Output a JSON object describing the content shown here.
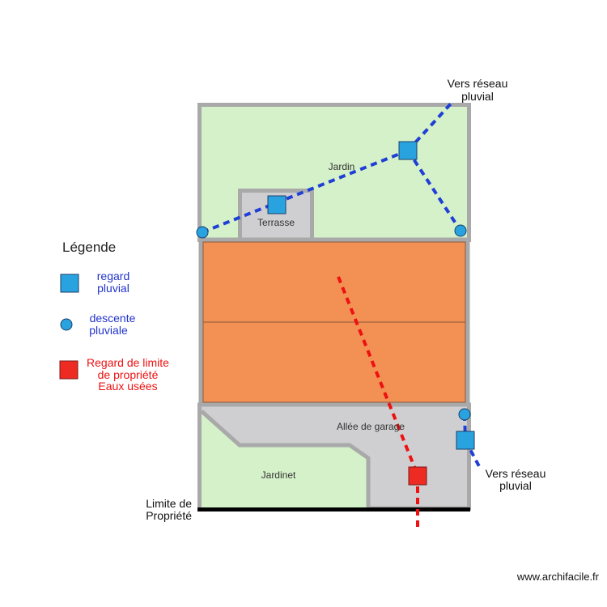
{
  "plan": {
    "rooms": {
      "jardin": "Jardin",
      "terrasse": "Terrasse",
      "allee": "Allée de garage",
      "jardinet": "Jardinet"
    },
    "annotations": {
      "top_outlet_line1": "Vers réseau",
      "top_outlet_line2": "pluvial",
      "right_outlet_line1": "Vers réseau",
      "right_outlet_line2": "pluvial",
      "boundary_line1": "Limite de",
      "boundary_line2": "Propriété"
    },
    "watermark": "www.archifacile.fr"
  },
  "legend": {
    "title": "Légende",
    "items": [
      {
        "symbol": "square",
        "color": "#29a3e0",
        "lines": [
          "regard",
          "pluvial"
        ],
        "text_color": "#2233cc"
      },
      {
        "symbol": "circle",
        "color": "#29a3e0",
        "lines": [
          "descente",
          "pluviale"
        ],
        "text_color": "#2233cc"
      },
      {
        "symbol": "square",
        "color": "#ee1111",
        "lines": [
          "Regard de limite",
          "de propriété",
          "Eaux usées"
        ],
        "text_color": "#ee1111"
      }
    ]
  },
  "colors": {
    "garden": "#d5f1c9",
    "wall": "#a9a9a9",
    "paving": "#cfcfd1",
    "roof": "#f39155",
    "storm_pipe": "#1f3fd6",
    "sewer_pipe": "#ee1111",
    "storm_node": "#29a3e0",
    "sewer_node": "#ee2b22"
  }
}
